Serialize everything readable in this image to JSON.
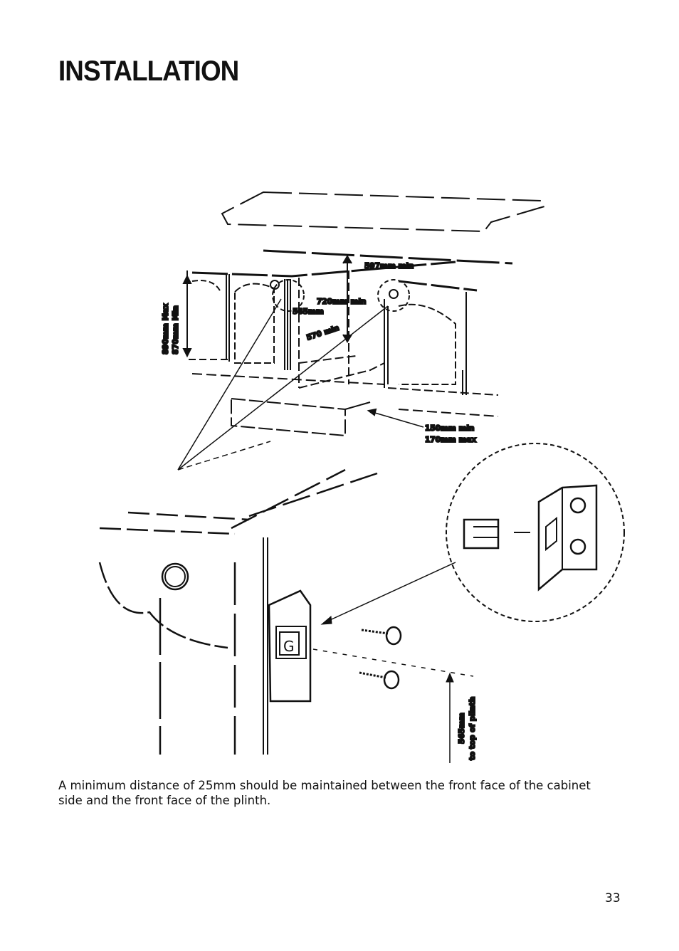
{
  "title": "INSTALLATION",
  "diagram": {
    "labels": {
      "width_597": "597mm min",
      "height_720": "720mm min",
      "depth_565": "565mm",
      "depth_570": "570 min",
      "height_max": "890mm Max",
      "height_min": "870mm Min",
      "plinth_min": "150mm min",
      "plinth_max": "170mm max",
      "bracket_height": "565mm",
      "bracket_ref": "to top of plinth",
      "bracket_letter": "G"
    }
  },
  "body_text": "A minimum distance of 25mm should  be maintained between the front face of the cabinet side and the front face of the plinth.",
  "page_number": "33"
}
